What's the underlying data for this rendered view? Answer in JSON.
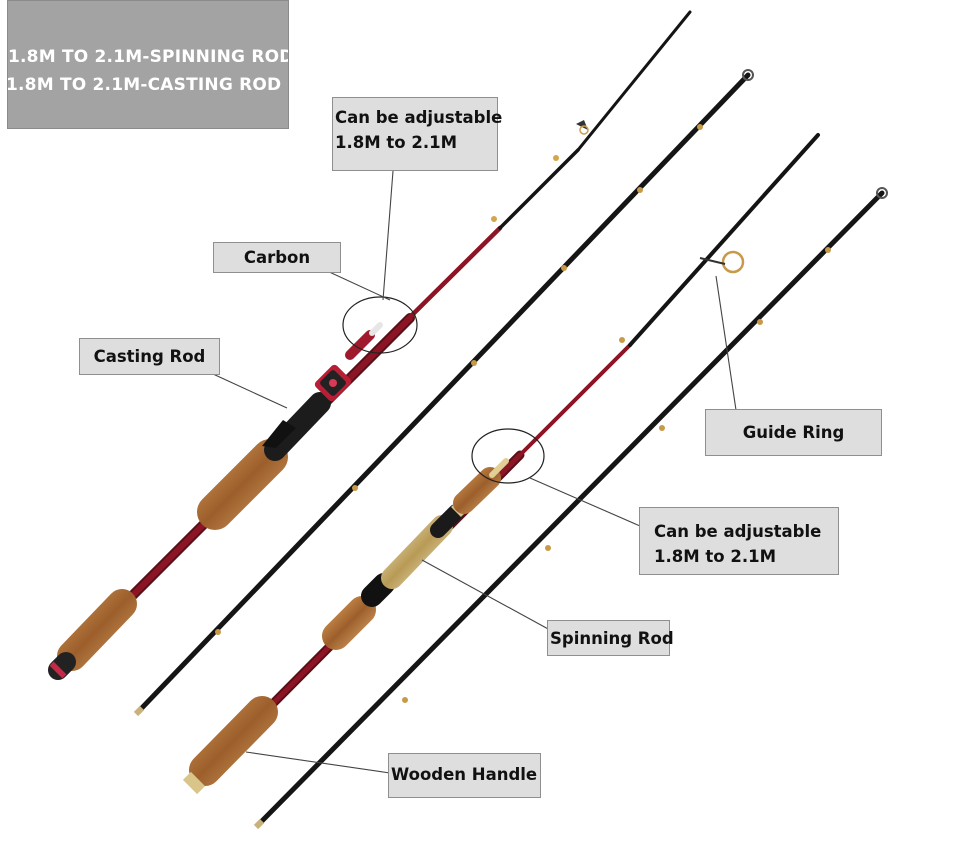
{
  "banner": {
    "line1": "1.8M TO 2.1M-SPINNING ROD",
    "line2": "1.8M TO 2.1M-CASTING ROD"
  },
  "callouts": {
    "adjustable_top_line1": "Can be adjustable",
    "adjustable_top_line2": "1.8M to 2.1M",
    "carbon": "Carbon",
    "casting_rod": "Casting Rod",
    "guide_ring": "Guide Ring",
    "adjustable_bottom_line1": "Can be adjustable",
    "adjustable_bottom_line2": "1.8M to 2.1M",
    "spinning_rod": "Spinning Rod",
    "wooden_handle": "Wooden Handle"
  },
  "colors": {
    "banner": "#a3a3a3",
    "callout_fill": "#dedede",
    "rod_blank": "#141414",
    "rod_red": "#8c1424",
    "cork": "#a86a34",
    "reel_seat_gold": "#c9b27a"
  }
}
